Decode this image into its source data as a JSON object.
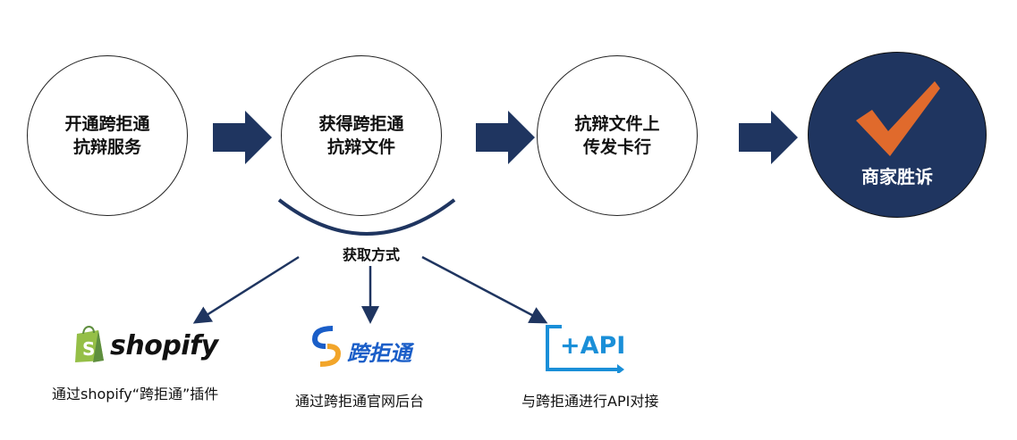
{
  "steps": [
    {
      "line1": "开通跨拒通",
      "line2": "抗辩服务"
    },
    {
      "line1": "获得跨拒通",
      "line2": "抗辩文件"
    },
    {
      "line1": "抗辩文件上",
      "line2": "传发卡行"
    }
  ],
  "final_step": {
    "label": "商家胜诉",
    "icon": "checkmark-icon",
    "bg_color": "#1f3560",
    "check_color": "#e06a2c"
  },
  "arrow_color": "#1f3560",
  "methods_label": "获取方式",
  "methods": [
    {
      "logo_text": "shopify",
      "logo_icon": "shopify-bag-icon",
      "caption": "通过shopify“跨拒通”插件"
    },
    {
      "logo_text": "跨拒通",
      "logo_icon": "kuajutong-s-icon",
      "caption": "通过跨拒通官网后台"
    },
    {
      "logo_text": "+API",
      "logo_icon": "api-frame-icon",
      "caption": "与跨拒通进行API对接"
    }
  ]
}
